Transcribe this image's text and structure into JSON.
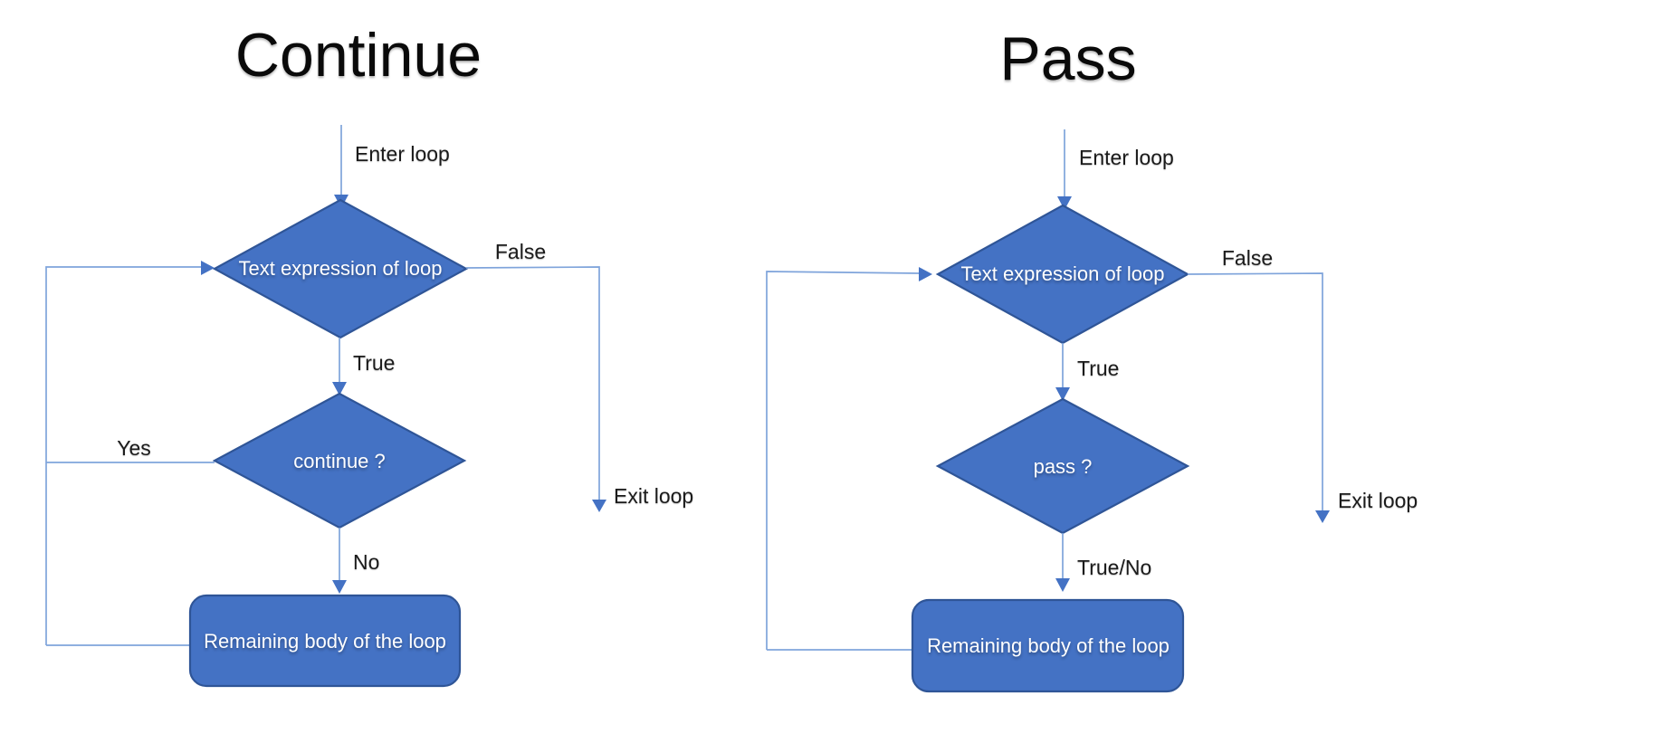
{
  "colors": {
    "shape_fill": "#4472C4",
    "shape_border": "#2F5597",
    "connector": "#7FA4DB",
    "arrow": "#4472C4",
    "text_dark": "#1b1b1b",
    "text_light": "#ffffff",
    "bg": "#ffffff"
  },
  "charts": [
    {
      "title": "Continue",
      "labels": {
        "enter": "Enter loop",
        "false_label": "False",
        "true_label": "True",
        "exit": "Exit loop",
        "yes": "Yes",
        "no": "No"
      },
      "nodes": {
        "condition": "Text expression of loop",
        "decision": "continue ?",
        "body": "Remaining body of the loop"
      }
    },
    {
      "title": "Pass",
      "labels": {
        "enter": "Enter loop",
        "false_label": "False",
        "true_label": "True",
        "exit": "Exit loop",
        "branch": "True/No"
      },
      "nodes": {
        "condition": "Text expression of loop",
        "decision": "pass ?",
        "body": "Remaining body of the loop"
      }
    }
  ]
}
